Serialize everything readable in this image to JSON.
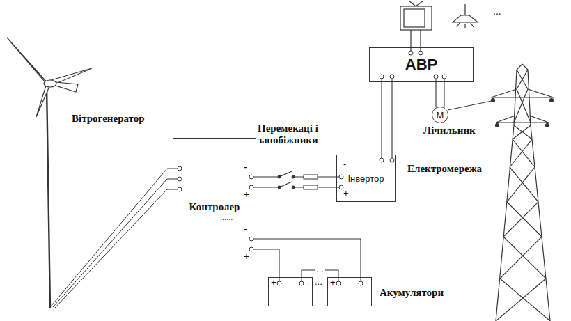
{
  "diagram": {
    "nodes": [
      {
        "text": [
          "Контролер"
        ]
      },
      {
        "text": [
          "Інвертор"
        ]
      },
      {
        "text": [
          "АВР"
        ]
      },
      {
        "text": [
          "M"
        ]
      },
      {
        "text": [
          "+",
          "-"
        ]
      },
      {
        "text": [
          "+",
          "-"
        ]
      }
    ],
    "edges": [
      {
        "from": 0,
        "to": 1,
        "arrow": "none"
      },
      {
        "from": 0,
        "to": 1,
        "arrow": "none"
      },
      {
        "from": 1,
        "to": 2,
        "arrow": "none"
      },
      {
        "from": 1,
        "to": 2,
        "arrow": "none"
      },
      {
        "from": 2,
        "to": 3,
        "arrow": "none"
      },
      {
        "from": 2,
        "to": 3,
        "arrow": "none"
      },
      {
        "from": 0,
        "to": 4,
        "arrow": "none"
      },
      {
        "from": 0,
        "to": 5,
        "arrow": "none"
      },
      {
        "from": 4,
        "to": 5,
        "label": "...",
        "arrow": "none"
      }
    ],
    "labels": [
      "Вітрогенератор",
      "Перемекаці і запобіжники",
      "Лічильник",
      "Електромережа",
      "Акумулятори",
      "-",
      "+",
      "-",
      "+",
      "-",
      "+",
      "......",
      "...",
      "..."
    ]
  }
}
